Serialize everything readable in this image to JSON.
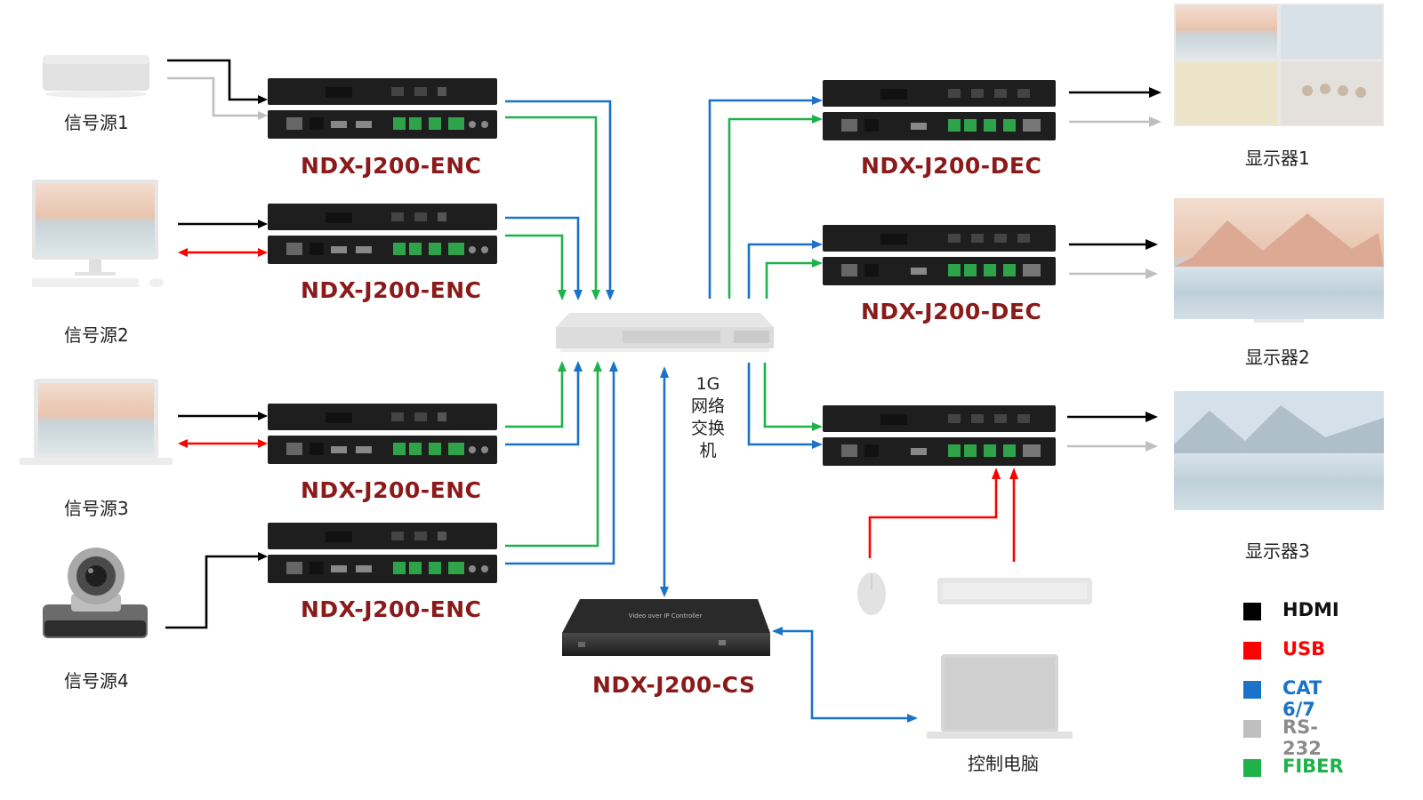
{
  "sources": [
    {
      "label": "信号源1"
    },
    {
      "label": "信号源2"
    },
    {
      "label": "信号源3"
    },
    {
      "label": "信号源4"
    }
  ],
  "encoders": [
    {
      "model": "NDX-J200-ENC"
    },
    {
      "model": "NDX-J200-ENC"
    },
    {
      "model": "NDX-J200-ENC"
    },
    {
      "model": "NDX-J200-ENC"
    }
  ],
  "decoders": [
    {
      "model": "NDX-J200-DEC"
    },
    {
      "model": "NDX-J200-DEC"
    }
  ],
  "displays": [
    {
      "label": "显示器1"
    },
    {
      "label": "显示器2"
    },
    {
      "label": "显示器3"
    }
  ],
  "switch": {
    "line1": "1G",
    "line2": "网络",
    "line3": "交换",
    "line4": "机"
  },
  "controller": {
    "model": "NDX-J200-CS",
    "panel_text": "Video over IP Controller"
  },
  "control_pc": {
    "label": "控制电脑"
  },
  "legend": [
    {
      "name": "HDMI",
      "color": "#000000"
    },
    {
      "name": "USB",
      "color": "#ff0000"
    },
    {
      "name": "CAT 6/7",
      "color": "#1a73c8"
    },
    {
      "name": "RS-232",
      "color": "#bfbfbf"
    },
    {
      "name": "FIBER",
      "color": "#1fb24a"
    }
  ]
}
